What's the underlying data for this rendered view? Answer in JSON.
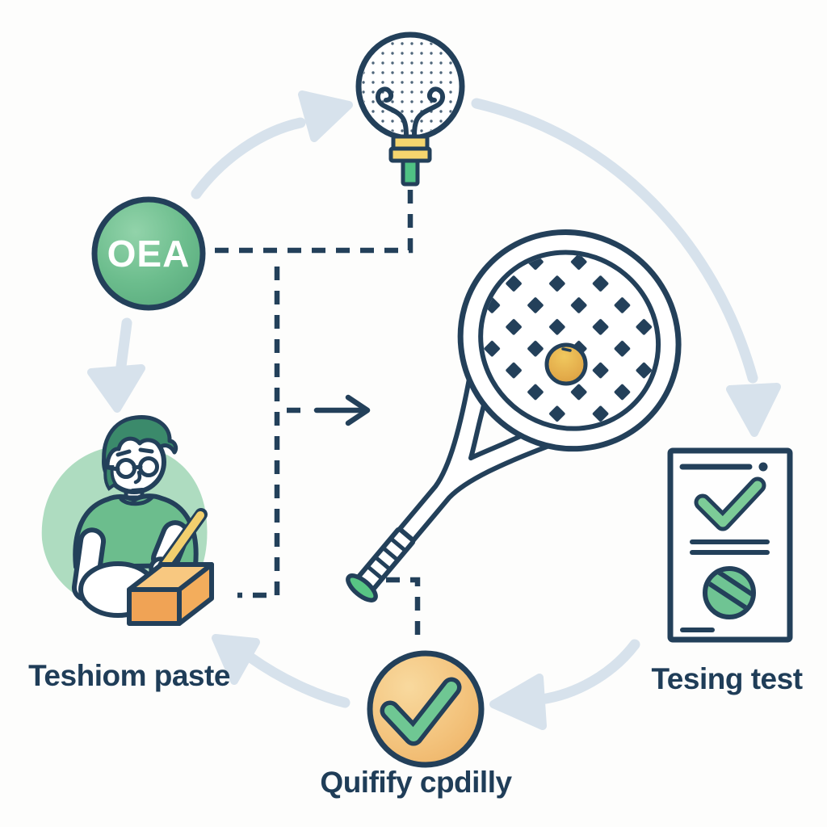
{
  "colors": {
    "background": "#FDFDFC",
    "outline_navy": "#23405A",
    "text_navy": "#1F3D58",
    "badge_green": "#6CBD8D",
    "bright_green": "#57C584",
    "pale_green_blob": "#AEDCC0",
    "hair_green": "#3B8A6B",
    "yellow": "#F5D56E",
    "box_orange": "#F0A355",
    "box_orange_light": "#F8C880",
    "approval_orange": "#F2BD76",
    "ball_gold": "#E2AC4E",
    "flow_arrow_blue": "#D7E2EC",
    "check_green": "#6FC793",
    "badge_text": "#FFFFFF"
  },
  "labels": {
    "badge": "OEA",
    "craftsman": "Teshiom paste",
    "report": "Tesing test",
    "approval": "Quifify cpdilly"
  },
  "icons": {
    "top": "racket-lightbulb-icon",
    "left_badge": "oea-badge",
    "left_bottom": "craftsman-illustration",
    "center": "racket-ball-illustration",
    "right": "checklist-document-icon",
    "bottom": "approval-check-icon"
  }
}
